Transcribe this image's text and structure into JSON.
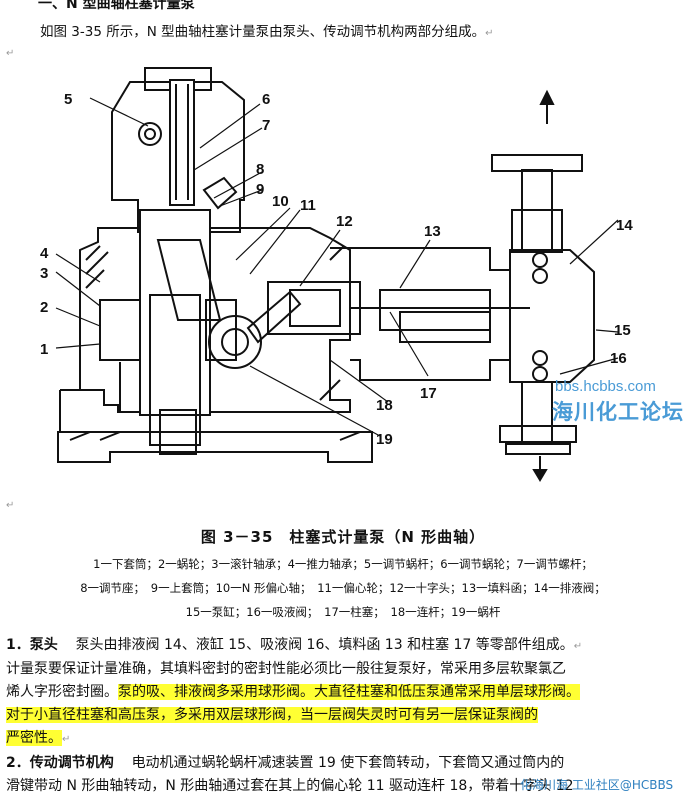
{
  "heading": "一、N 型曲轴柱塞计量泵",
  "intro": "如图 3-35 所示，N 型曲轴柱塞计量泵由泵头、传动调节机构两部分组成。",
  "return_mark": "↵",
  "figure": {
    "callouts": [
      "1",
      "2",
      "3",
      "4",
      "5",
      "6",
      "7",
      "8",
      "9",
      "10",
      "11",
      "12",
      "13",
      "14",
      "15",
      "16",
      "17",
      "18",
      "19"
    ],
    "caption": "图 3－35　柱塞式计量泵（N 形曲轴）",
    "legend_lines": [
      "1一下套筒；2一蜗轮；3一滚针轴承；4一推力轴承；5一调节蜗杆；6一调节蜗轮；7一调节螺杆；",
      "8一调节座；　9一上套筒；10一N 形偏心轴；　11一偏心轮；12一十字头；13一填料函；14一排液阀；",
      "15一泵缸；16一吸液阀；　17一柱塞；　18一连杆；19一蜗杆"
    ]
  },
  "section1": {
    "title": "1．泵头",
    "text_plain_1": "泵头由排液阀 14、液缸 15、吸液阀 16、填料函 13 和柱塞 17 等零部件组成。",
    "text_plain_2": "计量泵要保证计量准确，其填料密封的密封性能必须比一般往复泵好，常采用多层软聚氯乙",
    "text_plain_3": "烯人字形密封圈。",
    "text_highlight_1": "泵的吸、排液阀多采用球形阀。",
    "text_highlight_2": "大直径柱塞和低压泵通常采用单层球形阀。",
    "text_highlight_3": "对于小直径柱塞和高压泵，多采用双层球形阀，当一层阀失灵时可有另一层保证泵阀的",
    "text_highlight_4": "严密性。"
  },
  "section2": {
    "title": "2．传动调节机构",
    "text_1": "电动机通过蜗轮蜗杆减速装置 19 使下套筒转动，下套筒又通过筒内的",
    "text_2": "滑键带动 N 形曲轴转动，N 形曲轴通过套在其上的偏心轮 11 驱动连杆 18，带着十字头 12"
  },
  "watermarks": {
    "site": "bbs.hcbbs.com",
    "forum": "海川化工论坛",
    "footer": "化海川海 工业社区@HCBBS"
  }
}
